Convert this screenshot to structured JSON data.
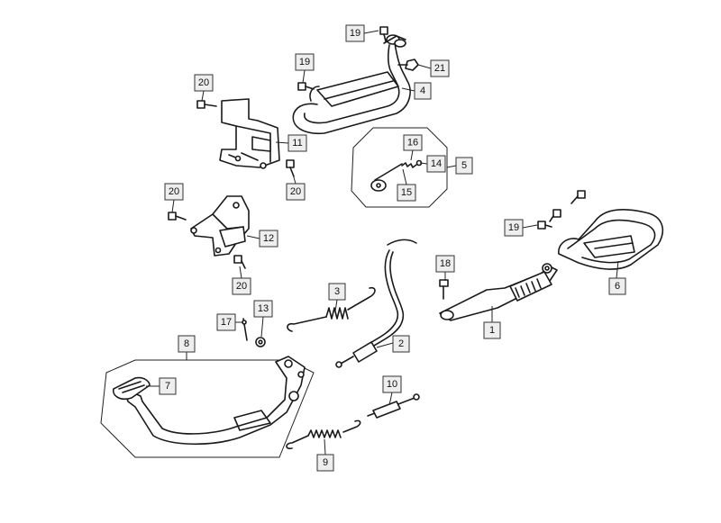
{
  "callouts": {
    "c1": "1",
    "c2": "2",
    "c3": "3",
    "c4": "4",
    "c5": "5",
    "c6": "6",
    "c7": "7",
    "c8": "8",
    "c9": "9",
    "c10": "10",
    "c11": "11",
    "c12": "12",
    "c13": "13",
    "c14": "14",
    "c15": "15",
    "c16": "16",
    "c17": "17",
    "c18": "18",
    "c19a": "19",
    "c19b": "19",
    "c19c": "19",
    "c20a": "20",
    "c20b": "20",
    "c20c": "20",
    "c20d": "20",
    "c21": "21"
  }
}
